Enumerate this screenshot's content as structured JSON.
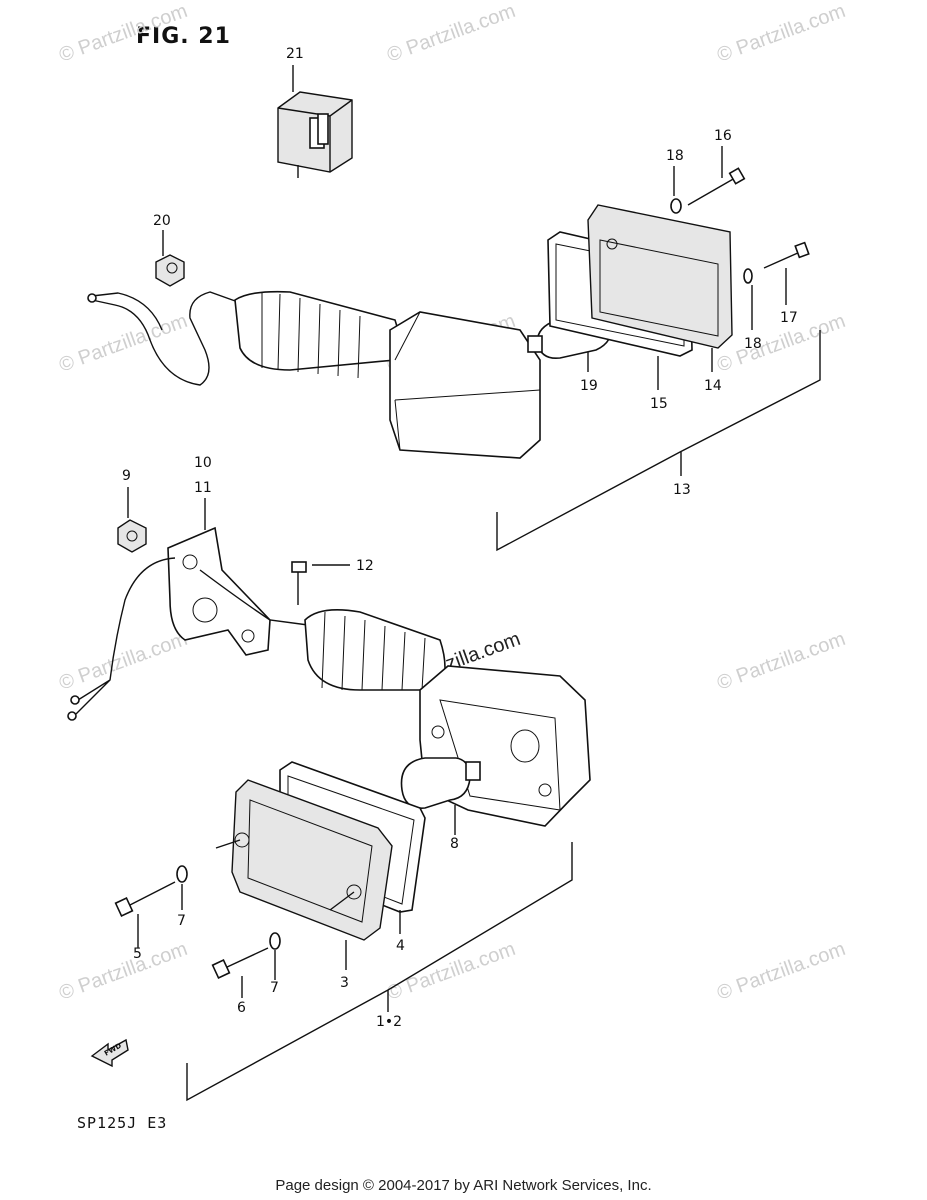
{
  "figure": {
    "title": "FIG. 21",
    "model_code": "SP125J E3",
    "footer": "Page design © 2004-2017 by ARI Network Services, Inc.",
    "watermark": "© Partzilla.com"
  },
  "callouts": {
    "c21": "21",
    "c20": "20",
    "c18a": "18",
    "c16": "16",
    "c18b": "18",
    "c17": "17",
    "c19": "19",
    "c15": "15",
    "c14": "14",
    "c13": "13",
    "c10": "10",
    "c11": "11",
    "c9": "9",
    "c12": "12",
    "c8": "8",
    "c5": "5",
    "c7a": "7",
    "c6": "6",
    "c7b": "7",
    "c3": "3",
    "c4": "4",
    "c12b": "1•2"
  },
  "fwd_label": "FWD",
  "colors": {
    "line": "#111111",
    "watermark": "#cfcfcf"
  }
}
